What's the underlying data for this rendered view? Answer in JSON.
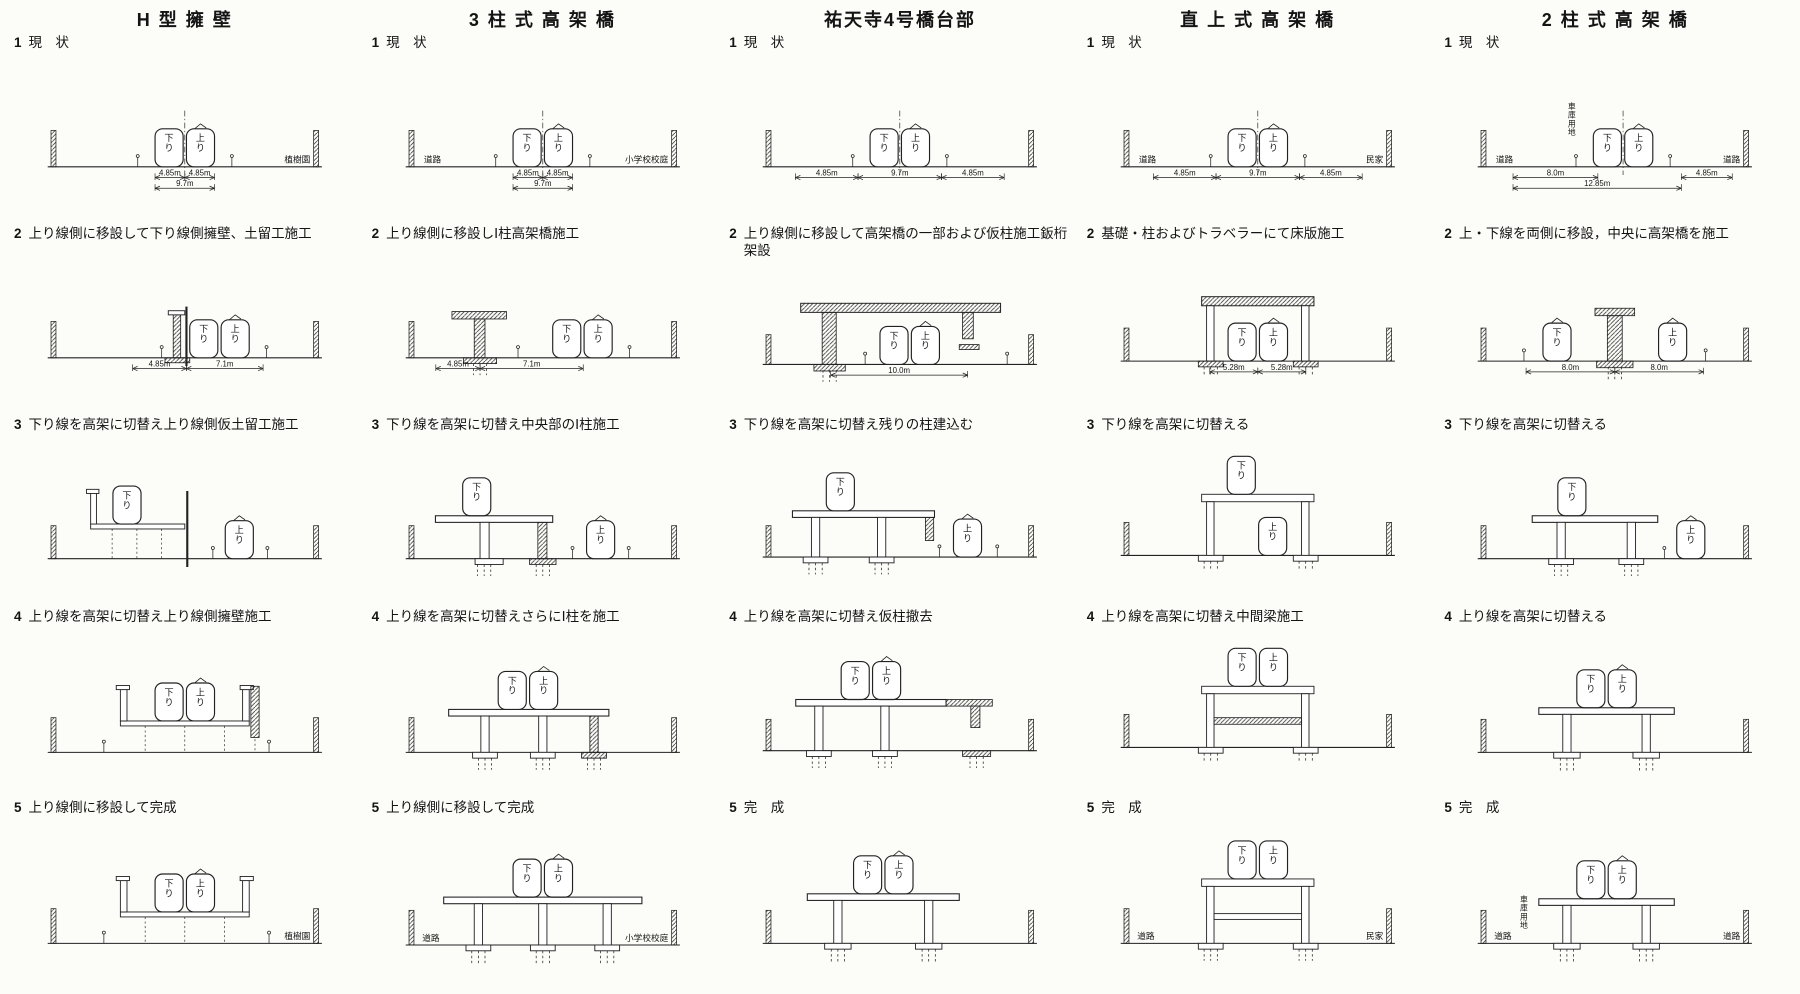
{
  "palette": {
    "paper": "#fcfcf9",
    "ink": "#141414",
    "hatch": "#3a3a3a"
  },
  "columns": [
    {
      "title": "H 型 擁 壁",
      "steps": [
        {
          "num": "1",
          "caption": "現　状",
          "diagram": {
            "kind": "grade",
            "trains": [
              "下り",
              "上り"
            ],
            "labels": {
              "right": "植樹園"
            },
            "dims": [
              {
                "t": "4.85m",
                "a": 0.386,
                "b": 0.5,
                "row": 0
              },
              {
                "t": "4.85m",
                "a": 0.5,
                "b": 0.614,
                "row": 0
              },
              {
                "t": "9.7m",
                "a": 0.386,
                "b": 0.614,
                "row": 1
              }
            ]
          }
        },
        {
          "num": "2",
          "caption": "上り線側に移設して下り線側擁壁、土留工施工",
          "diagram": {
            "kind": "wallShift",
            "trains": [
              "下り",
              "上り"
            ],
            "dims": [
              {
                "t": "4.85m",
                "a": 0.3,
                "b": 0.506,
                "row": 0
              },
              {
                "t": "7.1m",
                "a": 0.506,
                "b": 0.8,
                "row": 0
              }
            ]
          }
        },
        {
          "num": "3",
          "caption": "下り線を高架に切替え上り線側仮土留工施工",
          "diagram": {
            "kind": "troughHalf",
            "trains": [
              "下り",
              "上り"
            ]
          }
        },
        {
          "num": "4",
          "caption": "上り線を高架に切替え上り線側擁壁施工",
          "diagram": {
            "kind": "troughFull",
            "trains": [
              "下り",
              "上り"
            ],
            "hatchRight": true
          }
        },
        {
          "num": "5",
          "caption": "上り線側に移設して完成",
          "diagram": {
            "kind": "troughFull",
            "trains": [
              "下り",
              "上り"
            ],
            "labels": {
              "right": "植樹園"
            }
          }
        }
      ]
    },
    {
      "title": "3 柱 式 高 架 橋",
      "steps": [
        {
          "num": "1",
          "caption": "現　状",
          "diagram": {
            "kind": "grade",
            "trains": [
              "下り",
              "上り"
            ],
            "labels": {
              "left": "道路",
              "right": "小学校校庭"
            },
            "dims": [
              {
                "t": "4.85m",
                "a": 0.386,
                "b": 0.5,
                "row": 0
              },
              {
                "t": "4.85m",
                "a": 0.5,
                "b": 0.614,
                "row": 0
              },
              {
                "t": "9.7m",
                "a": 0.386,
                "b": 0.614,
                "row": 1
              }
            ]
          }
        },
        {
          "num": "2",
          "caption": "上り線側に移設しⅠ柱高架橋施工",
          "diagram": {
            "kind": "tcolLeft",
            "trains": [
              "下り",
              "上り"
            ],
            "dims": [
              {
                "t": "4.85m",
                "a": 0.09,
                "b": 0.26,
                "row": 0
              },
              {
                "t": "7.1m",
                "a": 0.26,
                "b": 0.655,
                "row": 0
              }
            ]
          }
        },
        {
          "num": "3",
          "caption": "下り線を高架に切替え中央部のⅠ柱施工",
          "diagram": {
            "kind": "portalHalf",
            "trains": [
              "下り",
              "上り"
            ]
          }
        },
        {
          "num": "4",
          "caption": "上り線を高架に切替えさらにⅠ柱を施工",
          "diagram": {
            "kind": "portalFull21",
            "trains": [
              "下り",
              "上り"
            ]
          }
        },
        {
          "num": "5",
          "caption": "上り線側に移設して完成",
          "diagram": {
            "kind": "portal3",
            "trains": [
              "下り",
              "上り"
            ],
            "labels": {
              "left": "道路",
              "right": "小学校校庭"
            }
          }
        }
      ]
    },
    {
      "title": "祐天寺4号橋台部",
      "steps": [
        {
          "num": "1",
          "caption": "現　状",
          "diagram": {
            "kind": "grade",
            "trains": [
              "下り",
              "上り"
            ],
            "dims": [
              {
                "t": "4.85m",
                "a": 0.1,
                "b": 0.34,
                "row": 0
              },
              {
                "t": "9.7m",
                "a": 0.34,
                "b": 0.66,
                "row": 0
              },
              {
                "t": "4.85m",
                "a": 0.66,
                "b": 0.9,
                "row": 0
              }
            ]
          }
        },
        {
          "num": "2",
          "caption": "上り線側に移設して高架橋の一部および仮柱施工鈑桁架設",
          "diagram": {
            "kind": "deckOver",
            "trains": [
              "下り",
              "上り"
            ],
            "dims": [
              {
                "t": "10.0m",
                "a": 0.235,
                "b": 0.76,
                "row": 0
              }
            ]
          }
        },
        {
          "num": "3",
          "caption": "下り線を高架に切替え残りの柱建込む",
          "diagram": {
            "kind": "portalHalf3",
            "trains": [
              "下り",
              "上り"
            ]
          }
        },
        {
          "num": "4",
          "caption": "上り線を高架に切替え仮柱撤去",
          "diagram": {
            "kind": "portalFullTemp",
            "trains": [
              "下り",
              "上り"
            ]
          }
        },
        {
          "num": "5",
          "caption": "完　成",
          "diagram": {
            "kind": "portal2a",
            "trains": [
              "下り",
              "上り"
            ]
          }
        }
      ]
    },
    {
      "title": "直 上 式 高 架 橋",
      "steps": [
        {
          "num": "1",
          "caption": "現　状",
          "diagram": {
            "kind": "grade",
            "trains": [
              "下り",
              "上り"
            ],
            "labels": {
              "left": "道路",
              "right": "民家"
            },
            "dims": [
              {
                "t": "4.85m",
                "a": 0.1,
                "b": 0.34,
                "row": 0
              },
              {
                "t": "9.7m",
                "a": 0.34,
                "b": 0.66,
                "row": 0
              },
              {
                "t": "4.85m",
                "a": 0.66,
                "b": 0.9,
                "row": 0
              }
            ]
          }
        },
        {
          "num": "2",
          "caption": "基礎・柱およびトラベラーにて床版施工",
          "diagram": {
            "kind": "boxBuild",
            "trains": [
              "下り",
              "上り"
            ],
            "dims": [
              {
                "t": "5.28m",
                "a": 0.316,
                "b": 0.5,
                "row": 0
              },
              {
                "t": "5.28m",
                "a": 0.5,
                "b": 0.684,
                "row": 0
              }
            ]
          }
        },
        {
          "num": "3",
          "caption": "下り線を高架に切替える",
          "diagram": {
            "kind": "boxHalf",
            "trains": [
              "下り",
              "上り"
            ]
          }
        },
        {
          "num": "4",
          "caption": "上り線を高架に切替え中間梁施工",
          "diagram": {
            "kind": "boxBeam",
            "trains": [
              "下り",
              "上り"
            ]
          }
        },
        {
          "num": "5",
          "caption": "完　成",
          "diagram": {
            "kind": "boxTall",
            "trains": [
              "下り",
              "上り"
            ],
            "labels": {
              "left": "道路",
              "right": "民家"
            }
          }
        }
      ]
    },
    {
      "title": "2 柱 式 高 架 橋",
      "steps": [
        {
          "num": "1",
          "caption": "現　状",
          "diagram": {
            "kind": "gradeGarage",
            "trains": [
              "下り",
              "上り"
            ],
            "labels": {
              "left": "道路",
              "right": "道路",
              "vert": "車庫用地"
            },
            "dims": [
              {
                "t": "8.0m",
                "a": 0.11,
                "b": 0.435,
                "row": 0
              },
              {
                "t": "12.85m",
                "a": 0.11,
                "b": 0.755,
                "row": 1
              },
              {
                "t": "4.85m",
                "a": 0.755,
                "b": 0.95,
                "row": 0
              }
            ]
          }
        },
        {
          "num": "2",
          "caption": "上・下線を両側に移設，中央に高架橋を施工",
          "diagram": {
            "kind": "centerT",
            "trains": [
              "下り",
              "上り"
            ],
            "dims": [
              {
                "t": "8.0m",
                "a": 0.16,
                "b": 0.5,
                "row": 0
              },
              {
                "t": "8.0m",
                "a": 0.5,
                "b": 0.84,
                "row": 0
              }
            ]
          }
        },
        {
          "num": "3",
          "caption": "下り線を高架に切替える",
          "diagram": {
            "kind": "halfElevC5",
            "trains": [
              "下り",
              "上り"
            ]
          }
        },
        {
          "num": "4",
          "caption": "上り線を高架に切替える",
          "diagram": {
            "kind": "portal2b",
            "trains": [
              "下り",
              "上り"
            ]
          }
        },
        {
          "num": "5",
          "caption": "完　成",
          "diagram": {
            "kind": "portal2c",
            "trains": [
              "下り",
              "上り"
            ],
            "labels": {
              "left": "道路",
              "right": "道路",
              "vert": "車庫用地"
            }
          }
        }
      ]
    }
  ]
}
